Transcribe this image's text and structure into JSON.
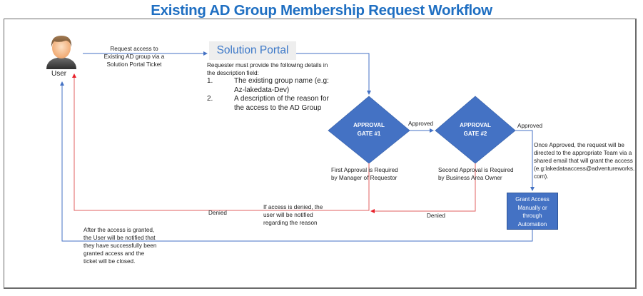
{
  "title": "Existing AD Group Membership Request Workflow",
  "colors": {
    "title": "#1f6fc2",
    "flow_blue": "#4472c4",
    "denied_red": "#e06060",
    "portal_bg": "#eeeeee"
  },
  "user": {
    "icon": "user-avatar-icon",
    "label": "User"
  },
  "request_note": [
    "Request access to",
    "Existing AD group via a",
    "Solution Portal Ticket"
  ],
  "portal": {
    "title": "Solution Portal",
    "intro": "Requester must provide the following details in the description field:",
    "items": [
      {
        "num": "1.",
        "text": "The existing group name (e.g: Az-lakedata-Dev)"
      },
      {
        "num": "2.",
        "text": "A description of the reason for the access to the AD Group"
      }
    ]
  },
  "gates": [
    {
      "label_line1": "APPROVAL",
      "label_line2": "GATE #1",
      "note": [
        "First Approval is Required",
        "by Manager of Requestor"
      ]
    },
    {
      "label_line1": "APPROVAL",
      "label_line2": "GATE #2",
      "note": [
        "Second Approval is Required",
        "by Business Area Owner"
      ]
    }
  ],
  "edges": {
    "approved_1": "Approved",
    "approved_2": "Approved",
    "denied_1": "Denied",
    "denied_2": "Denied"
  },
  "approved_note": [
    "Once Approved, the request will be",
    "directed to the appropriate Team via a",
    "shared email that will grant the access",
    "(e.g:lakedataaccess@adventureworks.",
    "com)."
  ],
  "grant": [
    "Grant Access",
    "Manually or",
    "through",
    "Automation"
  ],
  "denied_note": [
    "If access is denied, the",
    "user will be notified",
    "regarding the reason"
  ],
  "granted_note": [
    "After the access is granted,",
    "the User will be notified that",
    "they have successfully been",
    "granted access and the",
    "ticket will be closed."
  ]
}
